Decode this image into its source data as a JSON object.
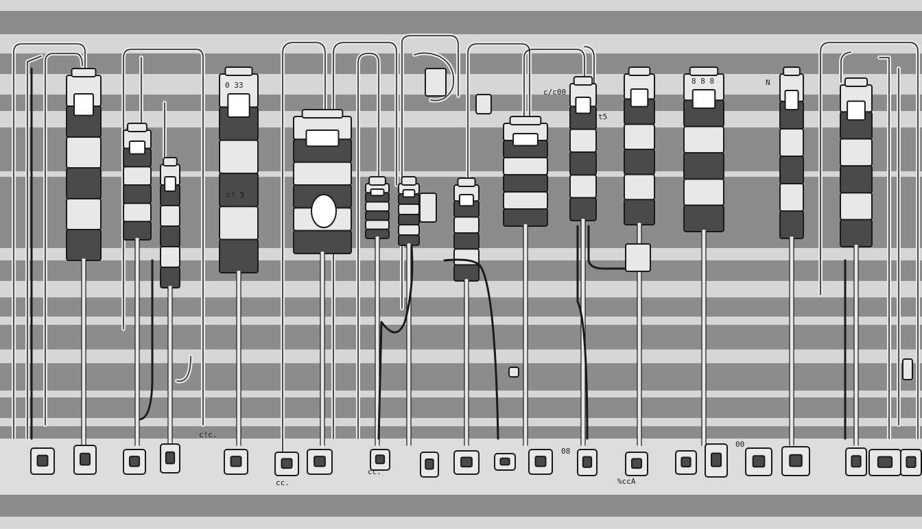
{
  "labels": {
    "top_left": "0 33",
    "mid_left": "c! 5",
    "right_of_top": "c/c00",
    "top_right": "8 8 8",
    "side_right": "N",
    "tiny_right": "t5",
    "floor_1": "c!c.",
    "floor_2": "cc.",
    "floor_3": "cc.",
    "floor_4": "08",
    "floor_5": "%ccA",
    "floor_6": "00"
  },
  "colors": {
    "stripe_dark": "#8c8c8c",
    "stripe_light": "#d6d6d6",
    "ink": "#1a1a1a",
    "metal": "#e8e8e8",
    "shadow": "#4a4a4a"
  }
}
